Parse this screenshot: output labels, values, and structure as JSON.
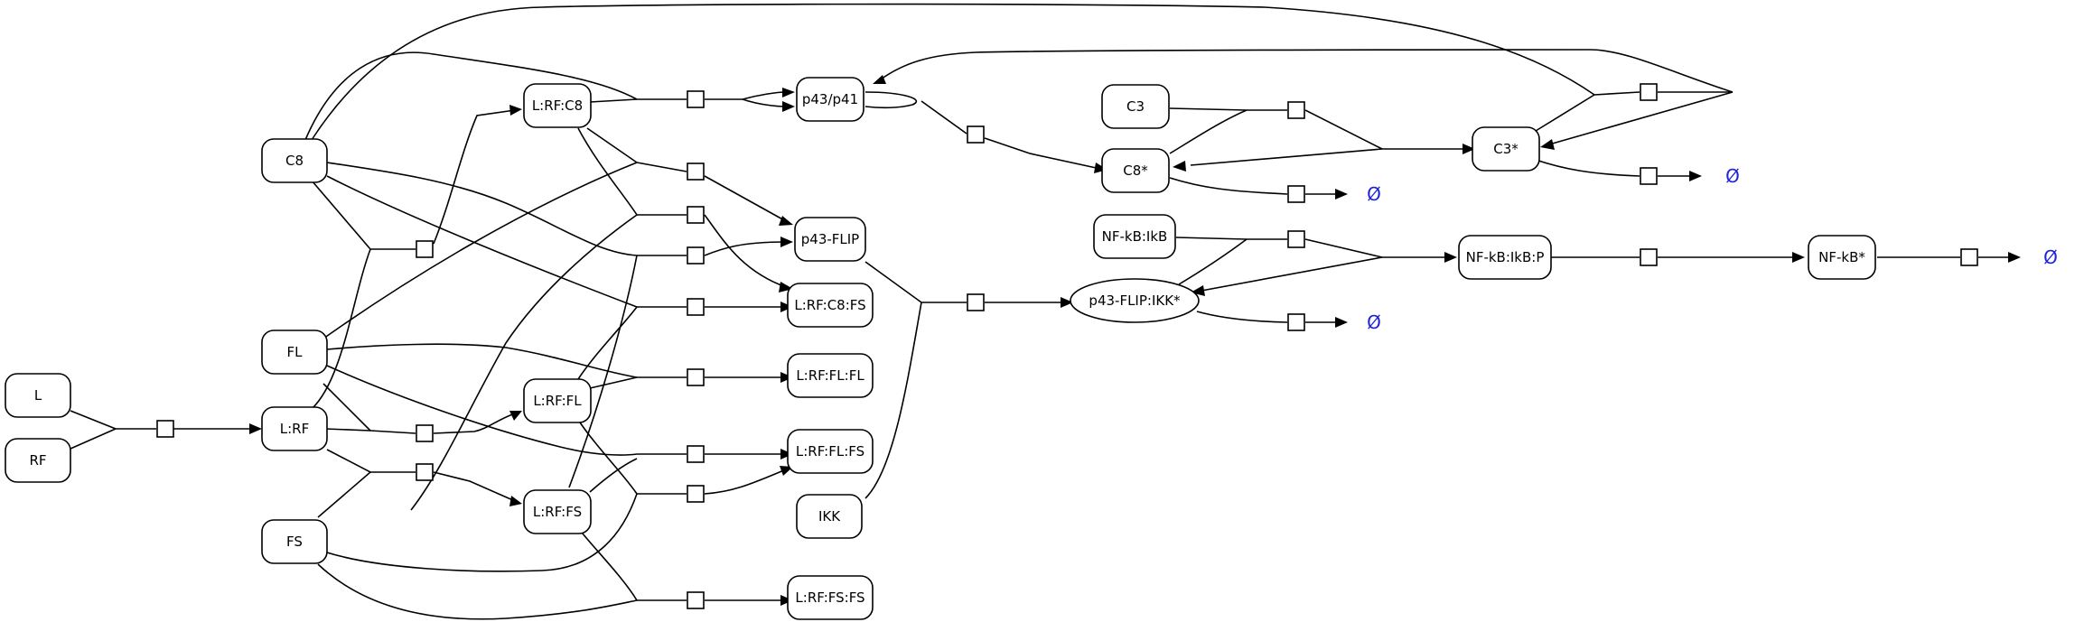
{
  "nodes": {
    "L": "L",
    "RF": "RF",
    "C8": "C8",
    "FL": "FL",
    "LRF": "L:RF",
    "FS": "FS",
    "LRFC8": "L:RF:C8",
    "LRFFL": "L:RF:FL",
    "LRFFS": "L:RF:FS",
    "p43p41": "p43/p41",
    "p43FLIP": "p43-FLIP",
    "LRFC8FS": "L:RF:C8:FS",
    "LRFFLFL": "L:RF:FL:FL",
    "LRFFLFS": "L:RF:FL:FS",
    "LRFFSFS": "L:RF:FS:FS",
    "IKK": "IKK",
    "C3": "C3",
    "C8star": "C8*",
    "NFkBIkB": "NF-kB:IkB",
    "p43FLIPIKK": "p43-FLIP:IKK*",
    "C3star": "C3*",
    "NFkBIkBP": "NF-kB:IkB:P",
    "NFkBstar": "NF-kB*"
  },
  "sinks": {
    "s1": "Ø",
    "s2": "Ø",
    "s3": "Ø",
    "s4": "Ø"
  }
}
